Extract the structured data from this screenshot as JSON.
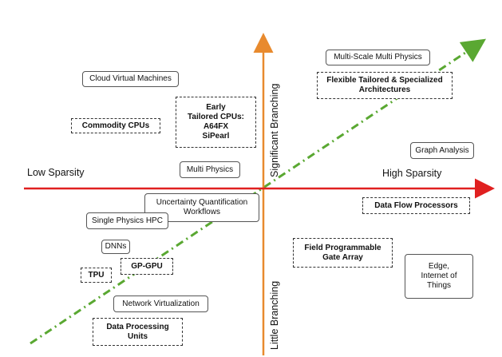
{
  "axes": {
    "low_sparsity": "Low Sparsity",
    "high_sparsity": "High  Sparsity",
    "significant_branching": "Significant Branching",
    "little_branching": "Little Branching",
    "colors": {
      "horizontal": "#e02020",
      "vertical": "#e88a2e",
      "trend": "#5aa832"
    }
  },
  "nodes": {
    "cloud_vm": "Cloud Virtual Machines",
    "commodity_cpus": "Commodity CPUs",
    "early_cpus": "Early\nTailored CPUs:\nA64FX\nSiPearl",
    "multi_physics": "Multi Physics",
    "multi_scale": "Multi-Scale Multi Physics",
    "flexible_arch": "Flexible Tailored & Specialized\nArchitectures",
    "graph_analysis": "Graph Analysis",
    "uq_workflows": "Uncertainty Quantification\nWorkflows",
    "single_physics": "Single Physics HPC",
    "dnns": "DNNs",
    "gp_gpu": "GP-GPU",
    "tpu": "TPU",
    "network_virt": "Network Virtualization",
    "data_processing": "Data Processing\nUnits",
    "data_flow": "Data Flow Processors",
    "fpga": "Field Programmable\nGate Array",
    "edge_iot": "Edge,\nInternet of\nThings"
  }
}
